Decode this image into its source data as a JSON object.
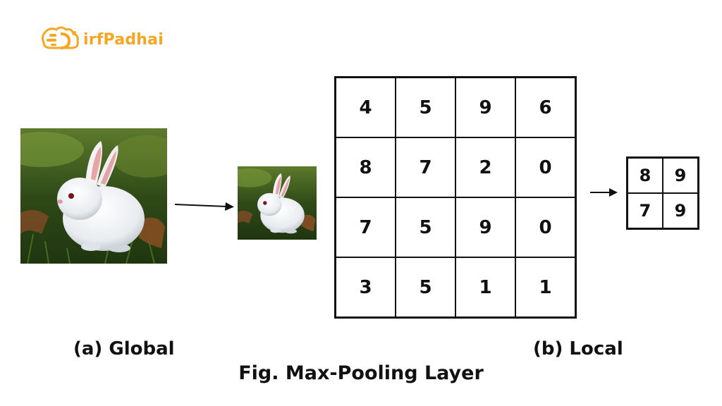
{
  "logo": {
    "text": "irfPadhai",
    "accent": "#f6a623",
    "text_color": "#f6a623"
  },
  "images": {
    "large": "rabbit-photo",
    "small": "rabbit-photo-downscaled"
  },
  "grid": [
    [
      "4",
      "5",
      "9",
      "6"
    ],
    [
      "8",
      "7",
      "2",
      "0"
    ],
    [
      "7",
      "5",
      "9",
      "0"
    ],
    [
      "3",
      "5",
      "1",
      "1"
    ]
  ],
  "pooled": [
    [
      "8",
      "9"
    ],
    [
      "7",
      "9"
    ]
  ],
  "labels": {
    "global": "(a) Global",
    "local": "(b) Local"
  },
  "caption": "Fig. Max-Pooling Layer"
}
